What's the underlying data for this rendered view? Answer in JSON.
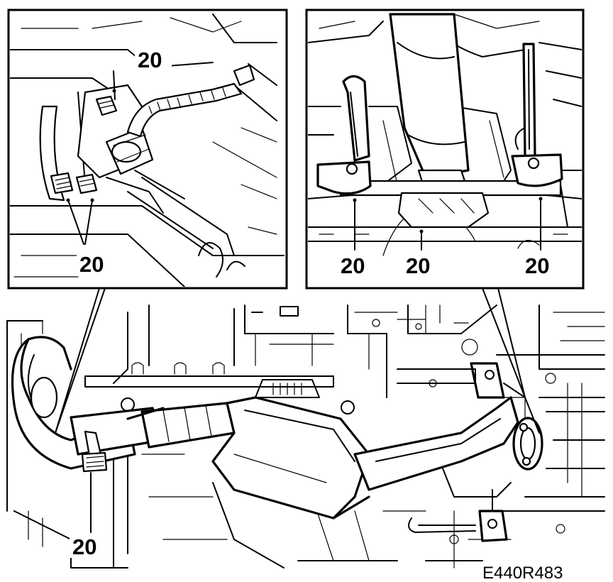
{
  "figure_id": "E440R483",
  "callouts": {
    "detail_left_top": "20",
    "detail_left_bottom": "20",
    "detail_right_left": "20",
    "detail_right_center": "20",
    "detail_right_right": "20",
    "main_bottom_left": "20"
  }
}
